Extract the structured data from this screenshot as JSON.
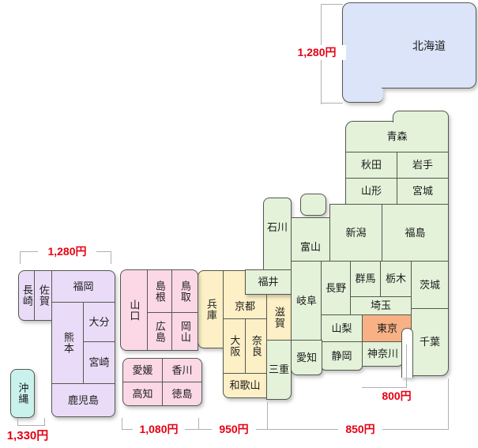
{
  "map_name": "japan-shipping-fee-map",
  "prices": {
    "hokkaido": "1,280円",
    "kyushu": "1,280円",
    "okinawa": "1,330円",
    "chugoku_shikoku": "1,080円",
    "kansai": "950円",
    "east_honshu": "850円",
    "tokyo": "800円"
  },
  "prefectures": {
    "hokkaido": "北海道",
    "aomori": "青森",
    "akita": "秋田",
    "iwate": "岩手",
    "yamagata": "山形",
    "miyagi": "宮城",
    "niigata": "新潟",
    "fukushima": "福島",
    "ishikawa": "石川",
    "toyama": "富山",
    "fukui": "福井",
    "gifu": "岐阜",
    "nagano": "長野",
    "gunma": "群馬",
    "tochigi": "栃木",
    "ibaraki": "茨城",
    "saitama": "埼玉",
    "yamanashi": "山梨",
    "tokyo": "東京",
    "chiba": "千葉",
    "kanagawa": "神奈川",
    "shizuoka": "静岡",
    "aichi": "愛知",
    "mie": "三重",
    "shiga": "滋賀",
    "kyoto": "京都",
    "osaka": "大阪",
    "nara": "奈良",
    "wakayama": "和歌山",
    "hyogo": "兵庫",
    "tottori": "鳥取",
    "shimane": "島根",
    "okayama": "岡山",
    "hiroshima": "広島",
    "yamaguchi": "山口",
    "ehime": "愛媛",
    "kagawa": "香川",
    "kochi": "高知",
    "tokushima": "徳島",
    "fukuoka": "福岡",
    "saga": "佐賀",
    "nagasaki": "長崎",
    "kumamoto": "熊本",
    "oita": "大分",
    "miyazaki": "宮崎",
    "kagoshima": "鹿児島",
    "okinawa": "沖縄"
  },
  "colors": {
    "line": "#55584f",
    "hokkaido_fill": "#dbe4f8",
    "east_fill": "#e3f2d9",
    "kansai_fill": "#fdf0c6",
    "west_fill": "#fcd8e6",
    "kyushu_fill": "#eadcf8",
    "okinawa_fill": "#c9f2ec",
    "tokyo_fill": "#f8b185",
    "price_red": "#e60012",
    "bracket": "#b0b0b0"
  }
}
